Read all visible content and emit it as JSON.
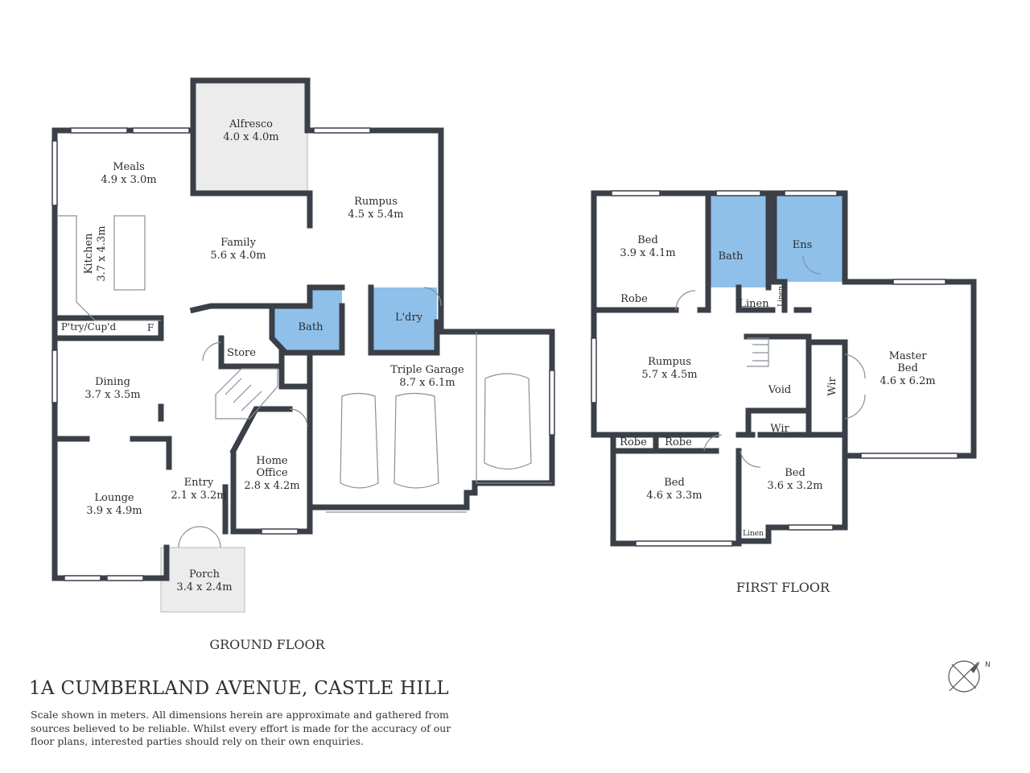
{
  "address": "1A CUMBERLAND AVENUE, CASTLE HILL",
  "disclaimer": "Scale shown in meters. All dimensions herein are approximate and gathered from sources believed to be  reliable. Whilst every effort is made for the accuracy of our floor plans, interested parties should rely on their own enquiries.",
  "ground_floor": {
    "label": "GROUND FLOOR",
    "rooms": {
      "alfresco": {
        "name": "Alfresco",
        "size": "4.0 x 4.0m"
      },
      "meals": {
        "name": "Meals",
        "size": "4.9 x 3.0m"
      },
      "rumpus": {
        "name": "Rumpus",
        "size": "4.5 x 5.4m"
      },
      "family": {
        "name": "Family",
        "size": "5.6 x 4.0m"
      },
      "kitchen": {
        "name": "Kitchen",
        "size": "3.7 x 4.3m"
      },
      "pantry": "P'try/Cup'd",
      "fridge": "F",
      "bath": "Bath",
      "laundry": "L'dry",
      "store": "Store",
      "dining": {
        "name": "Dining",
        "size": "3.7 x 3.5m"
      },
      "triple_garage": {
        "name": "Triple Garage",
        "size": "8.7 x 6.1m"
      },
      "home_office": {
        "name": "Home",
        "name2": "Office",
        "size": "2.8 x 4.2m"
      },
      "entry": {
        "name": "Entry",
        "size": "2.1 x 3.2m"
      },
      "lounge": {
        "name": "Lounge",
        "size": "3.9 x 4.9m"
      },
      "porch": {
        "name": "Porch",
        "size": "3.4 x 2.4m"
      }
    }
  },
  "first_floor": {
    "label": "FIRST FLOOR",
    "rooms": {
      "bed1": {
        "name": "Bed",
        "size": "3.9 x 4.1m"
      },
      "robe1": "Robe",
      "bath": "Bath",
      "ens": "Ens",
      "linen1": "Linen",
      "linen2": "Linen",
      "rumpus": {
        "name": "Rumpus",
        "size": "5.7 x 4.5m"
      },
      "void": "Void",
      "master": {
        "name": "Master",
        "name2": "Bed",
        "size": "4.6 x 6.2m"
      },
      "wir_master": "Wir",
      "wir": "Wir",
      "robe2": "Robe",
      "robe3": "Robe",
      "bed2": {
        "name": "Bed",
        "size": "4.6 x 3.3m"
      },
      "bed3": {
        "name": "Bed",
        "size": "3.6 x 3.2m"
      },
      "linen3": "Linen"
    }
  },
  "compass": {
    "icon": "north-arrow-icon",
    "label": "N"
  }
}
